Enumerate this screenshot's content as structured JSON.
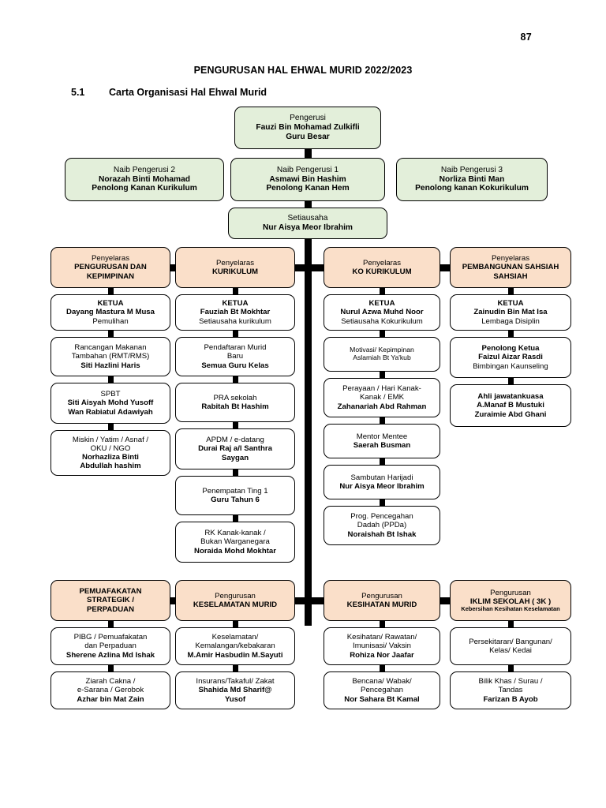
{
  "page": {
    "page_number": "87",
    "doc_title": "PENGURUSAN HAL EHWAL MURID 2022/2023",
    "section_number": "5.1",
    "section_title": "Carta Organisasi Hal Ehwal Murid"
  },
  "colors": {
    "green_box": "#e3efda",
    "peach_box": "#fadfc9",
    "plain_box": "#ffffff",
    "outline": "#000000",
    "page_background": "#ffffff"
  },
  "chart_data": {
    "type": "diagram",
    "title": "Carta Organisasi Hal Ehwal Murid",
    "top": {
      "chairman": {
        "role": "Pengerusi",
        "name": "Fauzi Bin Mohamad Zulkifli",
        "post": "Guru Besar"
      },
      "deputies": [
        {
          "role": "Naib Pengerusi 2",
          "name": "Norazah Binti Mohamad",
          "post": "Penolong Kanan Kurikulum"
        },
        {
          "role": "Naib Pengerusi 1",
          "name": "Asmawi Bin Hashim",
          "post": "Penolong Kanan Hem"
        },
        {
          "role": "Naib Pengerusi 3",
          "name": "Norliza Binti Man",
          "post": "Penolong kanan Kokurikulum"
        }
      ],
      "secretary": {
        "role": "Setiausaha",
        "name": "Nur Aisya Meor Ibrahim"
      }
    },
    "upper_columns": [
      {
        "header": {
          "role": "Penyelaras",
          "unit": "PENGURUSAN DAN KEPIMPINAN"
        },
        "items": [
          {
            "l1": "KETUA",
            "l1b": true,
            "l2": "Dayang Mastura M Musa",
            "l2b": true,
            "l3": "Pemulihan",
            "l3b": false
          },
          {
            "l1": "Rancangan Makanan",
            "l1b": false,
            "l2": "Tambahan (RMT/RMS)",
            "l2b": false,
            "l3": "Siti Hazlini Haris",
            "l3b": true
          },
          {
            "l1": "SPBT",
            "l1b": false,
            "l2": "Siti Aisyah Mohd Yusoff",
            "l2b": true,
            "l3": "Wan Rabiatul Adawiyah",
            "l3b": true
          },
          {
            "l1": "Miskin / Yatim / Asnaf /",
            "l1b": false,
            "l2": "OKU / NGO",
            "l2b": false,
            "l3": "Norhazliza Binti",
            "l3b": true,
            "l4": "Abdullah hashim",
            "l4b": true
          }
        ]
      },
      {
        "header": {
          "role": "Penyelaras",
          "unit": "KURIKULUM"
        },
        "items": [
          {
            "l1": "KETUA",
            "l1b": true,
            "l2": "Fauziah Bt Mokhtar",
            "l2b": true,
            "l3": "Setiausaha kurikulum",
            "l3b": false
          },
          {
            "l1": "Pendaftaran Murid",
            "l1b": false,
            "l2": "Baru",
            "l2b": false,
            "l3": "Semua Guru Kelas",
            "l3b": true
          },
          {
            "l1": "PRA sekolah",
            "l1b": false,
            "l2": "Rabitah Bt Hashim",
            "l2b": true
          },
          {
            "l1": "APDM / e-datang",
            "l1b": false,
            "l2": "Durai Raj a/l Santhra",
            "l2b": true,
            "l3": "Saygan",
            "l3b": true
          },
          {
            "l1": "Penempatan Ting 1",
            "l1b": false,
            "l2": "Guru Tahun 6",
            "l2b": true
          },
          {
            "l1": "RK Kanak-kanak /",
            "l1b": false,
            "l2": "Bukan Warganegara",
            "l2b": false,
            "l3": "Noraida Mohd Mokhtar",
            "l3b": true
          }
        ]
      },
      {
        "header": {
          "role": "Penyelaras",
          "unit": "KO KURIKULUM"
        },
        "items": [
          {
            "l1": "KETUA",
            "l1b": true,
            "l2": "Nurul Azwa Muhd Noor",
            "l2b": true,
            "l3": "Setiausaha Kokurikulum",
            "l3b": false
          },
          {
            "l1": "Motivasi/ Kepimpinan",
            "l1b": false,
            "l2": "Aslamiah Bt Ya'kub",
            "l2b": false
          },
          {
            "l1": "Perayaan / Hari Kanak-",
            "l1b": false,
            "l2": "Kanak / EMK",
            "l2b": false,
            "l3": "Zahanariah Abd Rahman",
            "l3b": true
          },
          {
            "l1": "Mentor Mentee",
            "l1b": false,
            "l2": "Saerah Busman",
            "l2b": true
          },
          {
            "l1": "Sambutan Harijadi",
            "l1b": false,
            "l2": "Nur Aisya Meor Ibrahim",
            "l2b": true
          },
          {
            "l1": "Prog. Pencegahan",
            "l1b": false,
            "l2": "Dadah (PPDa)",
            "l2b": false,
            "l3": "Noraishah Bt Ishak",
            "l3b": true
          }
        ]
      },
      {
        "header": {
          "role": "Penyelaras",
          "unit": "PEMBANGUNAN SAHSIAH"
        },
        "items": [
          {
            "l1": "KETUA",
            "l1b": true,
            "l2": "Zainudin Bin Mat Isa",
            "l2b": true,
            "l3": "Lembaga Disiplin",
            "l3b": false
          },
          {
            "l1": "Penolong Ketua",
            "l1b": true,
            "l2": "Faizul Aizar Rasdi",
            "l2b": true,
            "l3": "Bimbingan Kaunseling",
            "l3b": false
          },
          {
            "l1": "Ahli jawatankuasa",
            "l1b": true,
            "l2": "A.Manaf B Mustuki",
            "l2b": true,
            "l3": "Zuraimie Abd Ghani",
            "l3b": true
          }
        ]
      }
    ],
    "lower_columns": [
      {
        "header": {
          "role": "",
          "unit": "PEMUAFAKATAN STRATEGIK / PERPADUAN",
          "sub": ""
        },
        "items": [
          {
            "l1": "PIBG / Pemuafakatan",
            "l1b": false,
            "l2": "dan Perpaduan",
            "l2b": false,
            "l3": "Sherene Azlina Md Ishak",
            "l3b": true
          },
          {
            "l1": "Ziarah Cakna /",
            "l1b": false,
            "l2": "e-Sarana / Gerobok",
            "l2b": false,
            "l3": "Azhar bin Mat Zain",
            "l3b": true
          }
        ]
      },
      {
        "header": {
          "role": "Pengurusan",
          "unit": "KESELAMATAN MURID",
          "sub": ""
        },
        "items": [
          {
            "l1": "Keselamatan/",
            "l1b": false,
            "l2": "Kemalangan/kebakaran",
            "l2b": false,
            "l3": "M.Amir Hasbudin M.Sayuti",
            "l3b": true
          },
          {
            "l1": "Insurans/Takaful/ Zakat",
            "l1b": false,
            "l2": "Shahida Md Sharif@",
            "l2b": true,
            "l3": "Yusof",
            "l3b": true
          }
        ]
      },
      {
        "header": {
          "role": "Pengurusan",
          "unit": "KESIHATAN MURID",
          "sub": ""
        },
        "items": [
          {
            "l1": "Kesihatan/ Rawatan/",
            "l1b": false,
            "l2": "Imunisasi/ Vaksin",
            "l2b": false,
            "l3": "Rohiza Nor Jaafar",
            "l3b": true
          },
          {
            "l1": "Bencana/ Wabak/",
            "l1b": false,
            "l2": "Pencegahan",
            "l2b": false,
            "l3": "Nor Sahara Bt Kamal",
            "l3b": true
          }
        ]
      },
      {
        "header": {
          "role": "Pengurusan",
          "unit": "IKLIM SEKOLAH ( 3K )",
          "sub": "Kebersihan Kesihatan Keselamatan"
        },
        "items": [
          {
            "l1": "Persekitaran/ Bangunan/",
            "l1b": false,
            "l2": "Kelas/ Kedai",
            "l2b": false
          },
          {
            "l1": "Bilik Khas / Surau /",
            "l1b": false,
            "l2": "Tandas",
            "l2b": false,
            "l3": "Farizan B Ayob",
            "l3b": true
          }
        ]
      }
    ]
  }
}
